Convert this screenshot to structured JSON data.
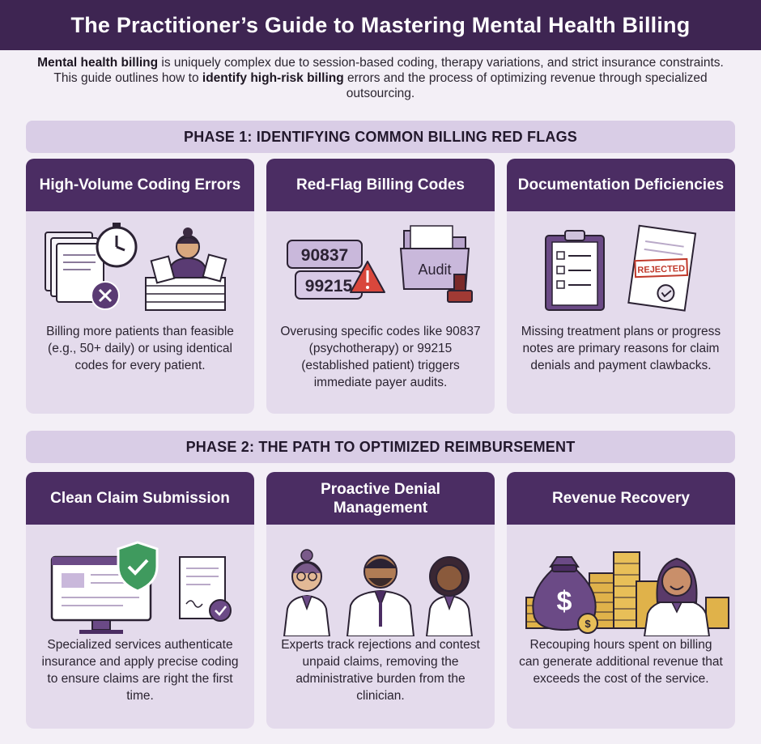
{
  "title": "The Practitioner’s Guide to Mastering Mental Health Billing",
  "intro": {
    "part1_bold": "Mental health billing",
    "part2": " is uniquely complex due to session-based coding, therapy variations, and strict insurance constraints. This guide outlines how to ",
    "part3_bold": "identify high-risk billing",
    "part4": " errors and the process of optimizing revenue through specialized outsourcing."
  },
  "phase1": {
    "title": "PHASE 1: IDENTIFYING COMMON BILLING RED FLAGS",
    "cards": [
      {
        "title": "High-Volume Coding Errors",
        "text": "Billing more patients than feasible (e.g., 50+ daily) or using identical codes for every patient.",
        "icons": [
          "stacked-papers-icon",
          "stopwatch-icon",
          "x-circle-icon",
          "stressed-person-icon"
        ]
      },
      {
        "title": "Red-Flag Billing Codes",
        "text": "Overusing specific codes like 90837 (psychotherapy) or 99215 (established patient) triggers immediate payer audits.",
        "code1": "90837",
        "code2": "99215",
        "audit_label": "Audit",
        "icons": [
          "warning-icon",
          "folder-icon",
          "stamp-icon"
        ]
      },
      {
        "title": "Documentation Deficiencies",
        "text": "Missing treatment plans or progress notes are primary reasons for claim denials and payment clawbacks.",
        "stamp_label": "REJECTED",
        "icons": [
          "clipboard-icon",
          "rejected-document-icon"
        ]
      }
    ]
  },
  "phase2": {
    "title": "PHASE 2: THE PATH TO OPTIMIZED REIMBURSEMENT",
    "cards": [
      {
        "title": "Clean Claim Submission",
        "text": "Specialized services authenticate insurance and apply precise coding to ensure claims are right the first time.",
        "icons": [
          "monitor-icon",
          "shield-check-icon",
          "certificate-icon"
        ]
      },
      {
        "title": "Proactive Denial Management",
        "text": "Experts track rejections and contest unpaid claims, removing the administrative burden from the clinician.",
        "icons": [
          "doctor-icon",
          "doctor-icon",
          "doctor-icon"
        ]
      },
      {
        "title": "Revenue Recovery",
        "text": "Recouping hours spent on billing can generate additional revenue that exceeds the cost of the service.",
        "icons": [
          "money-bag-icon",
          "coin-stack-icon",
          "smiling-person-icon"
        ]
      }
    ]
  },
  "colors": {
    "header": "#3e2552",
    "card_head": "#4b2d63",
    "phase_bar": "#d9cde6",
    "card_bg": "#e4dbec",
    "accent_green": "#3f9a5e",
    "alert_red": "#d9473c"
  }
}
